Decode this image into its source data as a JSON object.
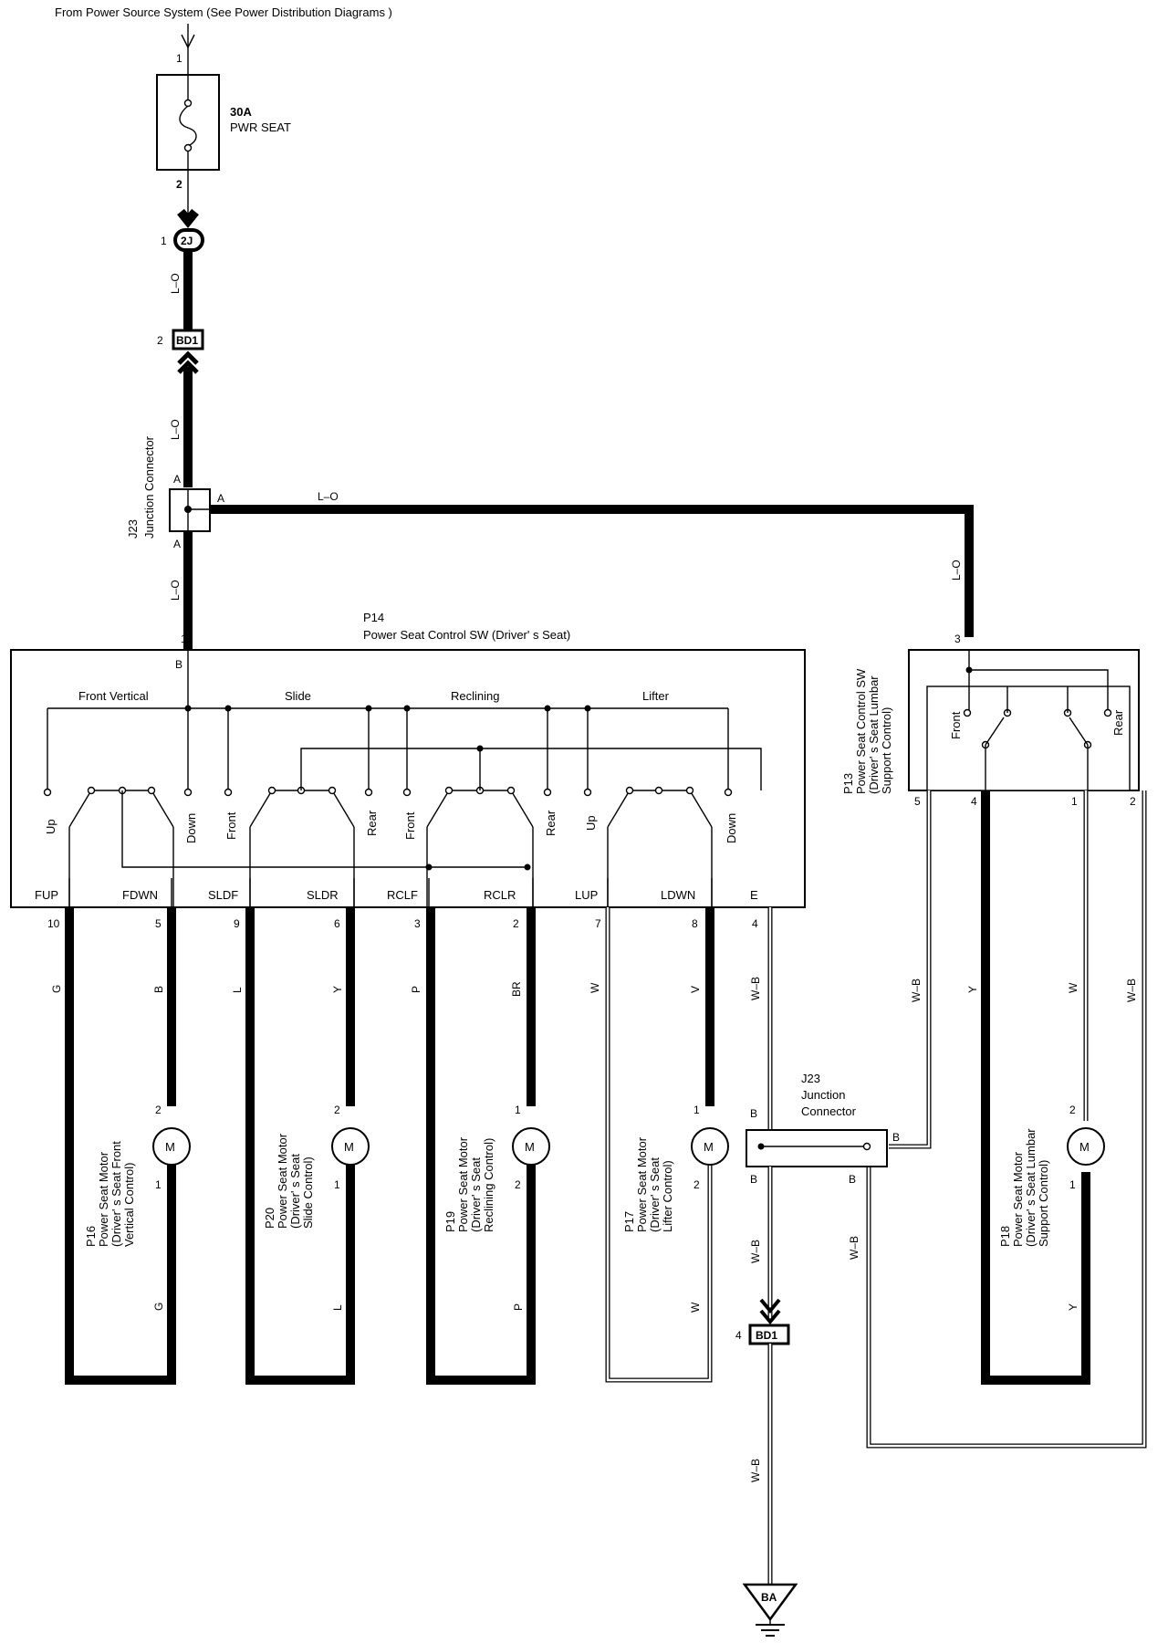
{
  "header": {
    "source": "From Power Source System (See Power Distribution Diagrams )"
  },
  "fuse": {
    "rating": "30A",
    "name": "PWR SEAT",
    "pin_top": "1",
    "pin_bottom": "2"
  },
  "conn_2j": {
    "id": "2J",
    "pin": "1"
  },
  "conn_bd1_top": {
    "id": "BD1",
    "pin": "2"
  },
  "wire_codes": {
    "lo": "L–O",
    "wb": "W–B"
  },
  "j23_top": {
    "id": "J23",
    "title": "Junction Connector",
    "pin_top": "A",
    "pin_right": "A",
    "pin_bottom": "A"
  },
  "p14": {
    "id": "P14",
    "name": "Power Seat Control SW (Driver' s Seat)",
    "pin_b": "B",
    "pin_1": "1",
    "groups": [
      "Front Vertical",
      "Slide",
      "Reclining",
      "Lifter"
    ],
    "positions": [
      "Up",
      "Down",
      "Front",
      "Rear",
      "Front",
      "Rear",
      "Up",
      "Down"
    ],
    "terminals": [
      {
        "name": "FUP",
        "pin": "10",
        "wire": "G"
      },
      {
        "name": "FDWN",
        "pin": "5",
        "wire": "B"
      },
      {
        "name": "SLDF",
        "pin": "9",
        "wire": "L"
      },
      {
        "name": "SLDR",
        "pin": "6",
        "wire": "Y"
      },
      {
        "name": "RCLF",
        "pin": "3",
        "wire": "P"
      },
      {
        "name": "RCLR",
        "pin": "2",
        "wire": "BR"
      },
      {
        "name": "LUP",
        "pin": "7",
        "wire": "W"
      },
      {
        "name": "LDWN",
        "pin": "8",
        "wire": "V"
      },
      {
        "name": "E",
        "pin": "4",
        "wire": "W–B"
      }
    ]
  },
  "p13": {
    "id": "P13",
    "name": "Power Seat Control SW",
    "desc1": "(Driver' s Seat Lumbar",
    "desc2": "Support Control)",
    "pin_top": "3",
    "front": "Front",
    "rear": "Rear",
    "pins": [
      "5",
      "4",
      "1",
      "2"
    ],
    "wires": [
      "W–B",
      "Y",
      "W",
      "W–B"
    ]
  },
  "motors": [
    {
      "id": "P16",
      "name": "Power Seat Motor",
      "d1": "(Driver' s Seat Front",
      "d2": "Vertical Control)",
      "pin_top": "2",
      "pin_bottom": "1",
      "wire_bottom": "G",
      "symbol": "M"
    },
    {
      "id": "P20",
      "name": "Power Seat Motor",
      "d1": "(Driver' s Seat",
      "d2": "Slide Control)",
      "pin_top": "2",
      "pin_bottom": "1",
      "wire_bottom": "L",
      "symbol": "M"
    },
    {
      "id": "P19",
      "name": "Power Seat Motor",
      "d1": "(Driver' s Seat",
      "d2": "Reclining Control)",
      "pin_top": "1",
      "pin_bottom": "2",
      "wire_bottom": "P",
      "symbol": "M"
    },
    {
      "id": "P17",
      "name": "Power Seat Motor",
      "d1": "(Driver' s Seat",
      "d2": "Lifter Control)",
      "pin_top": "1",
      "pin_bottom": "2",
      "wire_bottom": "W",
      "symbol": "M"
    },
    {
      "id": "P18",
      "name": "Power Seat Motor",
      "d1": "(Driver' s Seat Lumbar",
      "d2": "Support Control)",
      "pin_top": "2",
      "pin_bottom": "1",
      "wire_bottom": "Y",
      "symbol": "M"
    }
  ],
  "j23_bottom": {
    "id": "J23",
    "line1": "Junction",
    "line2": "Connector",
    "pin_tl": "B",
    "pin_bl": "B",
    "pin_right": "B",
    "pin_br": "B"
  },
  "conn_bd1_bottom": {
    "id": "BD1",
    "pin": "4"
  },
  "ground": {
    "id": "BA"
  }
}
